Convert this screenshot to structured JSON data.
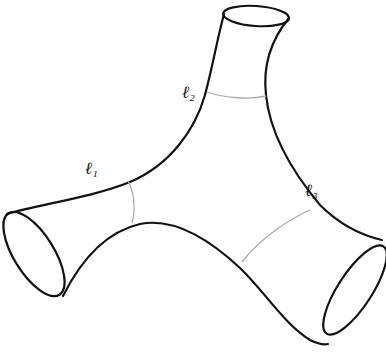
{
  "diagram": {
    "labels": [
      "ℓ₁",
      "ℓ₂",
      "ℓ₃"
    ]
  }
}
